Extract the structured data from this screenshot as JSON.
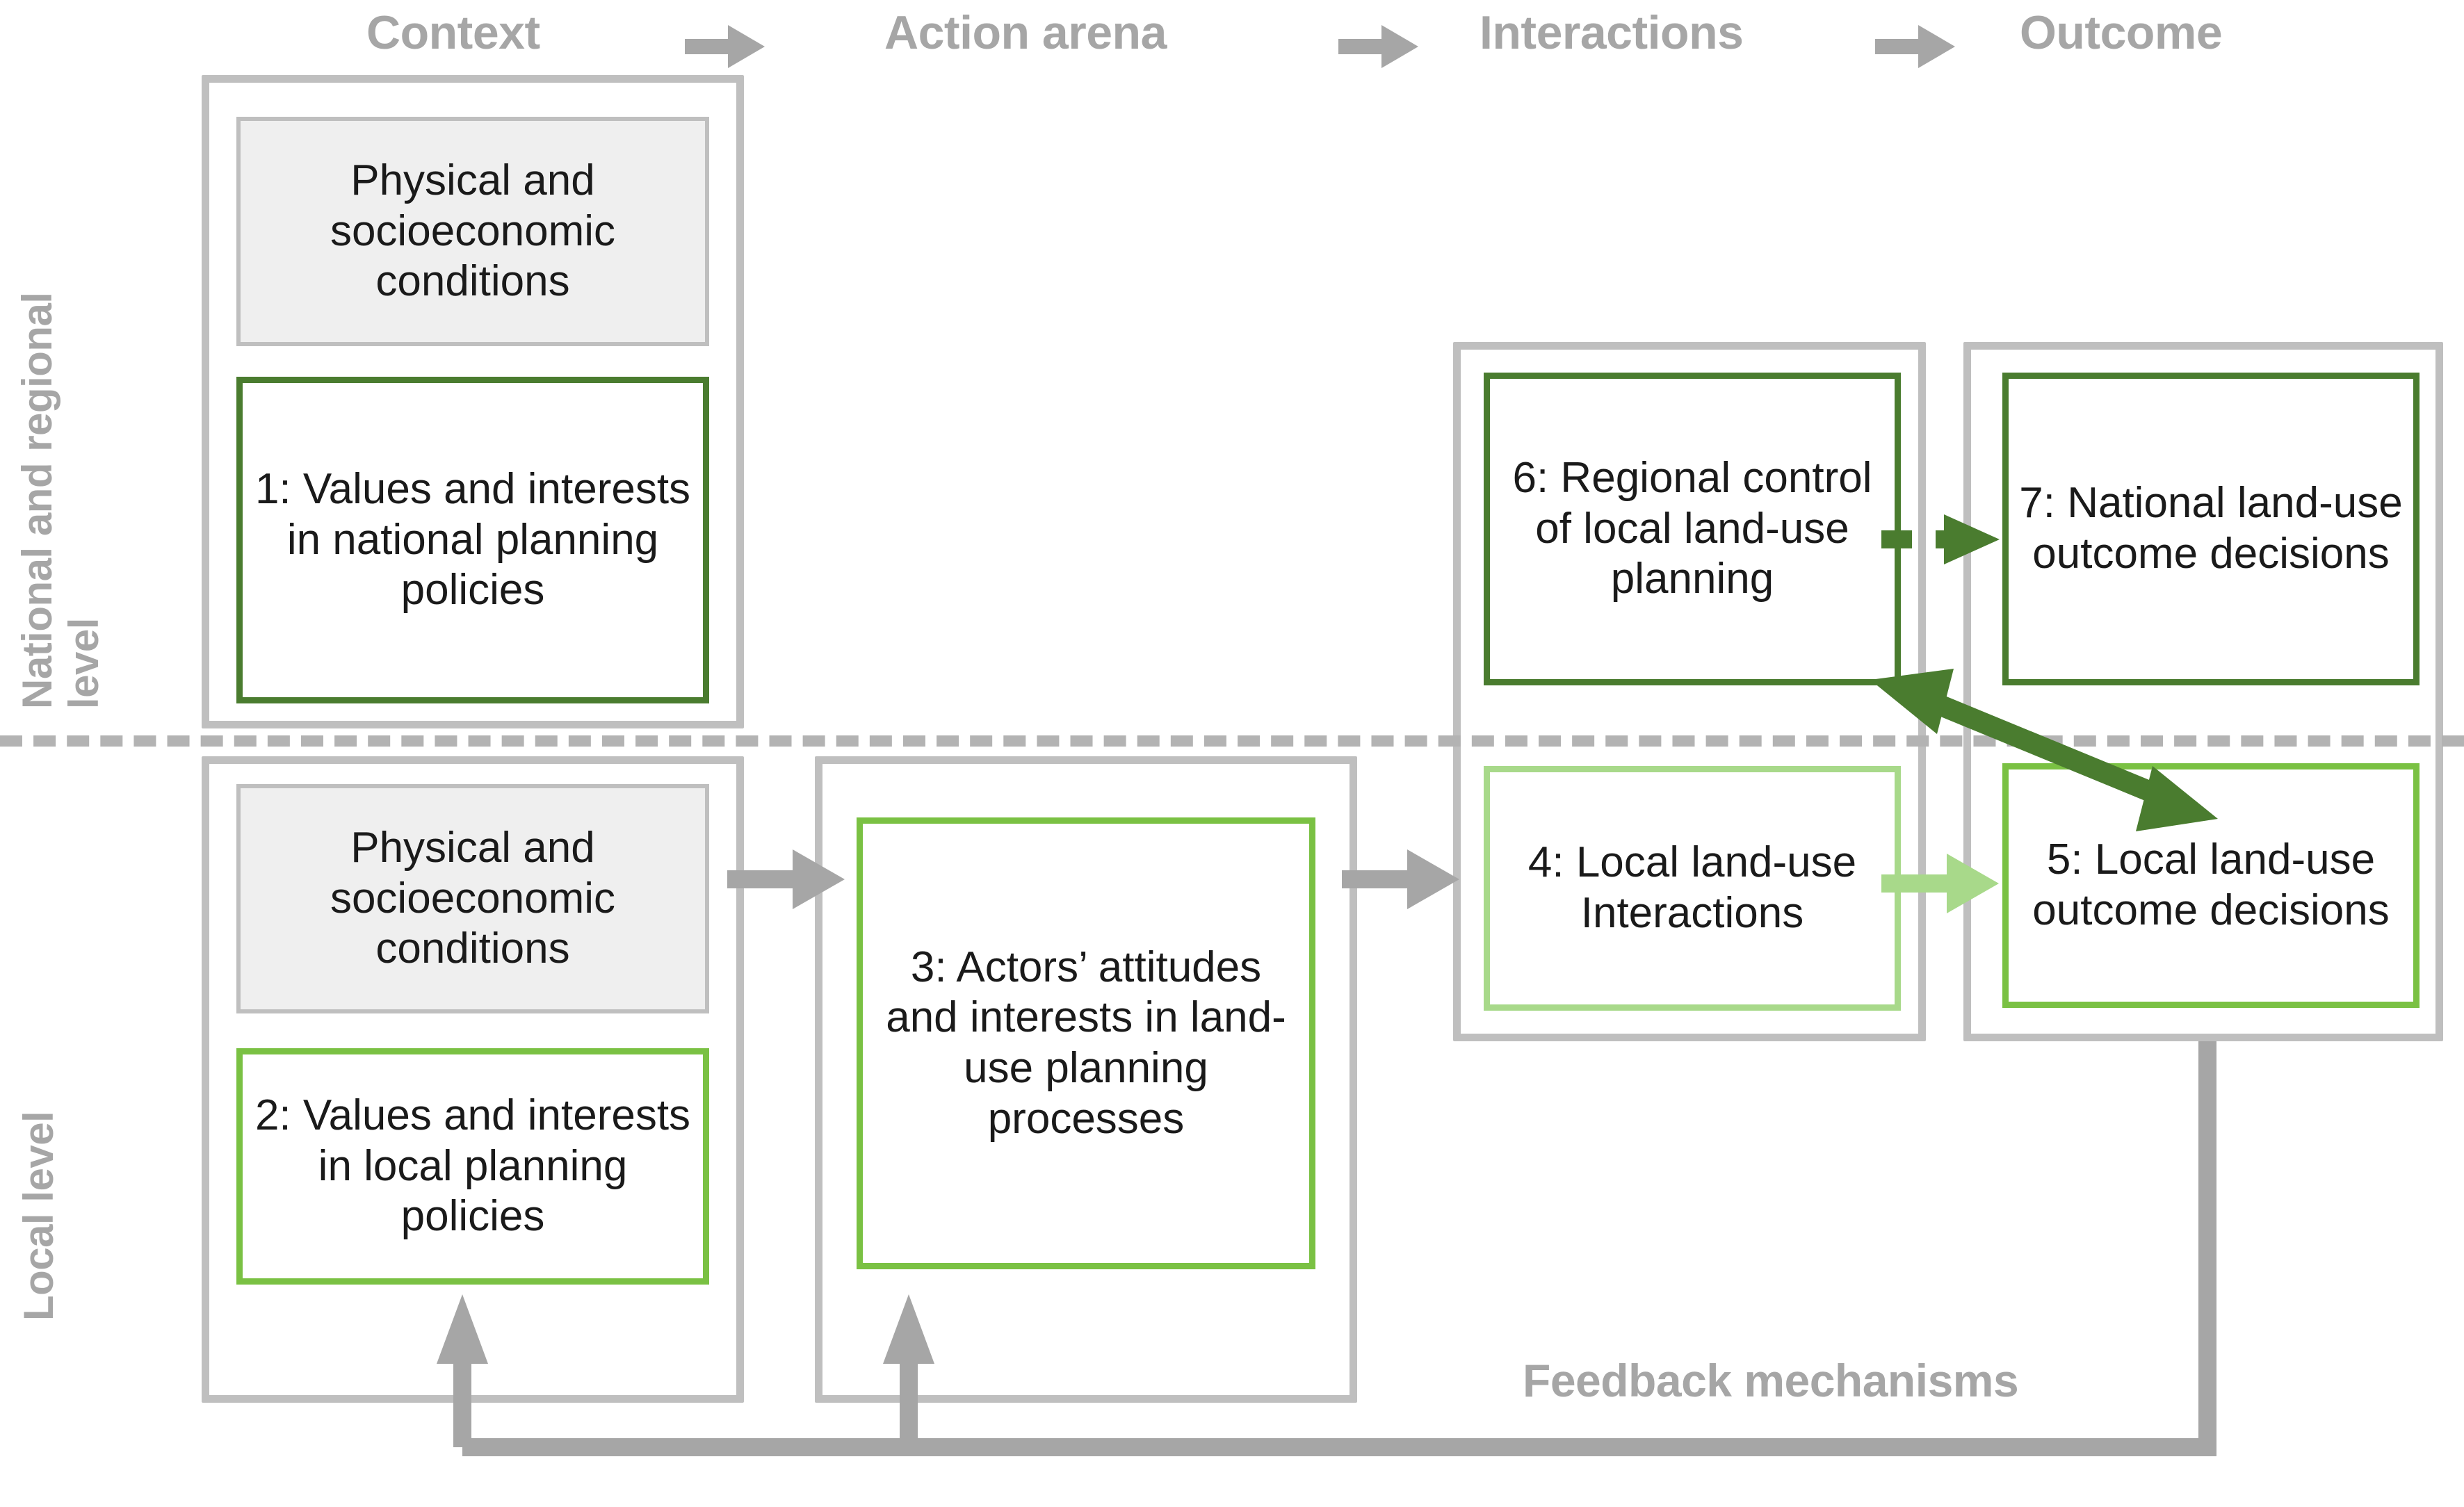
{
  "header": {
    "phases": [
      {
        "label": "Context",
        "icon": "arrow-right-icon"
      },
      {
        "label": "Action arena",
        "icon": "arrow-right-icon"
      },
      {
        "label": "Interactions",
        "icon": "arrow-right-icon"
      },
      {
        "label": "Outcome",
        "icon": null
      }
    ]
  },
  "levels": {
    "national": "National and regional\nlevel",
    "local": "Local level"
  },
  "boxes": {
    "context_national_conditions": "Physical and socioeconomic conditions",
    "context_local_conditions": "Physical and socioeconomic conditions",
    "b1": "1: Values and interests in national planning policies",
    "b2": "2: Values and interests in local planning policies",
    "b3": "3: Actors’ attitudes and interests in land-use planning processes",
    "b4": "4: Local land-use Interactions",
    "b5": "5: Local land-use outcome decisions",
    "b6": "6: Regional control of local land-use planning",
    "b7": "7: National land-use outcome decisions"
  },
  "feedback": {
    "label": "Feedback mechanisms"
  },
  "colors": {
    "grey_frame": "#bfbfbf",
    "grey_text": "#a6a6a6",
    "dark_green": "#4a7c2f",
    "mid_green": "#7ac143",
    "pale_green": "#a8d98a",
    "box_fill_grey": "#efefef",
    "divider_grey": "#b3b3b3",
    "text": "#1a1a1a"
  },
  "connectors": [
    {
      "name": "context-to-action-arena",
      "style": "solid",
      "color": "#bfbfbf"
    },
    {
      "name": "action-arena-to-interactions",
      "style": "solid",
      "color": "#bfbfbf"
    },
    {
      "name": "b4-to-b5",
      "style": "solid",
      "color": "#a8d98a"
    },
    {
      "name": "b6-to-b7",
      "style": "dashed",
      "color": "#4a7c2f"
    },
    {
      "name": "b6-b5-bidirectional",
      "style": "solid",
      "color": "#4a7c2f"
    },
    {
      "name": "feedback-loop",
      "style": "solid",
      "color": "#a6a6a6"
    }
  ]
}
